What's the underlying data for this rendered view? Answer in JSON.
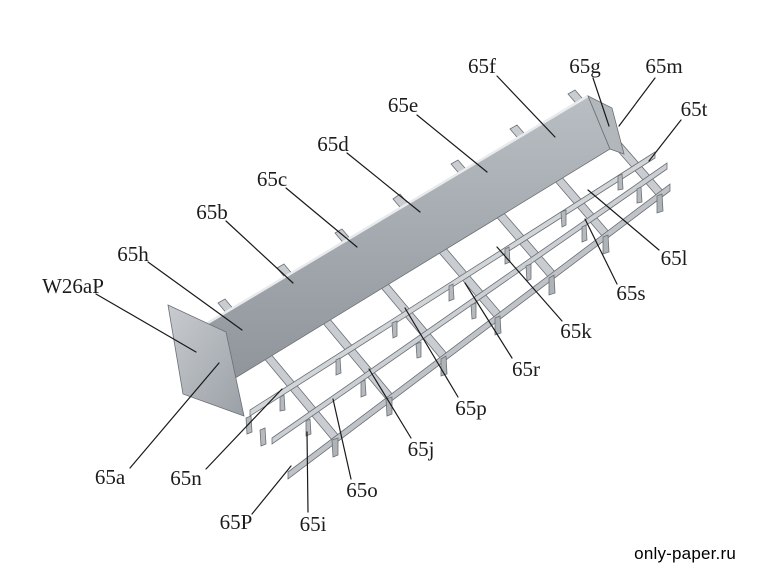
{
  "diagram": {
    "labels": {
      "w26ap": "W26aP",
      "a": "65a",
      "b": "65b",
      "c": "65c",
      "d": "65d",
      "e": "65e",
      "f": "65f",
      "g": "65g",
      "h": "65h",
      "i": "65i",
      "j": "65j",
      "k": "65k",
      "l": "65l",
      "m": "65m",
      "n": "65n",
      "o": "65o",
      "p": "65p",
      "P": "65P",
      "r": "65r",
      "s": "65s",
      "t": "65t"
    },
    "colors": {
      "background": "#ffffff",
      "metal_light": "#d2d6d9",
      "metal_mid": "#aab0b5",
      "metal_dark": "#8d9399",
      "outline": "#6b7075",
      "leader_line": "#1a1a1a",
      "label_text": "#1c1c1c"
    }
  },
  "watermark": {
    "text": "only-paper.ru"
  }
}
